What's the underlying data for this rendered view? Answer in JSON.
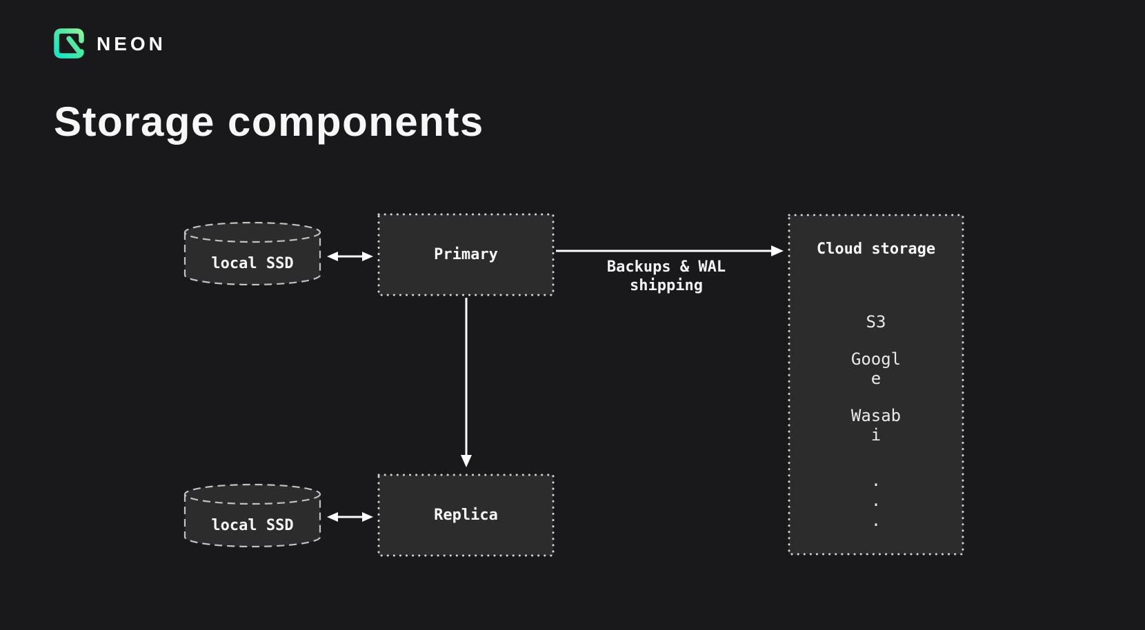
{
  "header": {
    "brand": "NEON",
    "logo_icon": "neon-logo-icon",
    "logo_gradient": {
      "from": "#00e5d3",
      "mid": "#4fe8a2",
      "to": "#aef79a"
    }
  },
  "title": "Storage components",
  "diagram": {
    "nodes": {
      "local_ssd_top": {
        "shape": "cylinder",
        "label": "local SSD"
      },
      "primary": {
        "shape": "dotted-box",
        "label": "Primary"
      },
      "replica": {
        "shape": "dotted-box",
        "label": "Replica"
      },
      "local_ssd_bottom": {
        "shape": "cylinder",
        "label": "local SSD"
      },
      "cloud_storage": {
        "shape": "dotted-box",
        "title": "Cloud storage",
        "items": [
          "S3",
          "Google",
          "Wasabi"
        ],
        "ellipsis": [
          ".",
          ".",
          "."
        ]
      }
    },
    "edges": [
      {
        "from": "local_ssd_top",
        "to": "primary",
        "type": "bidirectional"
      },
      {
        "from": "primary",
        "to": "cloud_storage",
        "type": "arrow",
        "label": "Backups & WAL shipping"
      },
      {
        "from": "primary",
        "to": "replica",
        "type": "arrow"
      },
      {
        "from": "local_ssd_bottom",
        "to": "replica",
        "type": "bidirectional"
      }
    ],
    "colors": {
      "background": "#19191b",
      "node_fill": "#2c2c2c",
      "dotted_border": "#d6d6d6",
      "dashed_border": "#c2c2c2",
      "arrow": "#ffffff",
      "text": "#f7f7f7"
    }
  }
}
